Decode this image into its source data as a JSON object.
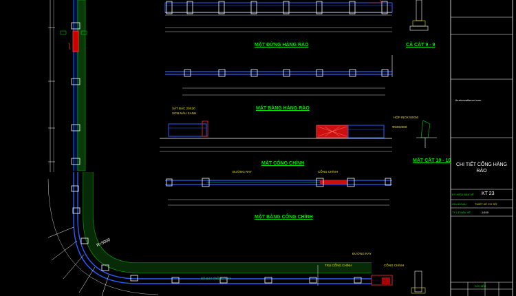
{
  "labels": {
    "elev_fence": "MẶT ĐỨNG HÀNG RÀO",
    "section_9": "CẮ CẮT 9 - 9",
    "plan_fence": "MẶT BẰNG HÀNG RÀO",
    "elev_gate": "MẶT CỔNG CHÍNH",
    "section_10": "MẶT CẮT 10 - 10",
    "plan_gate": "MẶT BẰNG CỔNG CHÍNH"
  },
  "callouts": {
    "steel": "SẮT ĐẶC 20X20",
    "paint": "SƠN MÀU XANH",
    "box": "HỘP INOX 50X50",
    "pipe": "Ф63X2000",
    "rail1": "ĐƯỜNG RAY",
    "gate1": "CỔNG CHÍNH",
    "rail2": "ĐƯỜNG RAY",
    "gate_pillar": "TRỤ CỔNG CHÍNH",
    "gate2": "CỔNG CHÍNH",
    "radius": "R=5000",
    "plan_note": "BỒ BẬT TRỒNG CÂY"
  },
  "title_block": {
    "website": "thuvienvatlieuxd.com",
    "title": "CHI TIẾT CỔNG HÀNG RÀO",
    "code_label": "KÝ HIỆU BẢN VẼ",
    "code": "KT 23",
    "stage_label": "GIAI ĐOẠN",
    "stage": "THIẾT KẾ CƠ SỞ",
    "scale_label": "TỶ LỆ BẢN VẼ",
    "scale": "1/100",
    "sheet_label": "SỐ HIỆU"
  },
  "colors": {
    "green": "#00e000",
    "yellow": "#e8e000",
    "blue": "#2a5cff",
    "red": "#ff2a2a",
    "white": "#ffffff"
  }
}
